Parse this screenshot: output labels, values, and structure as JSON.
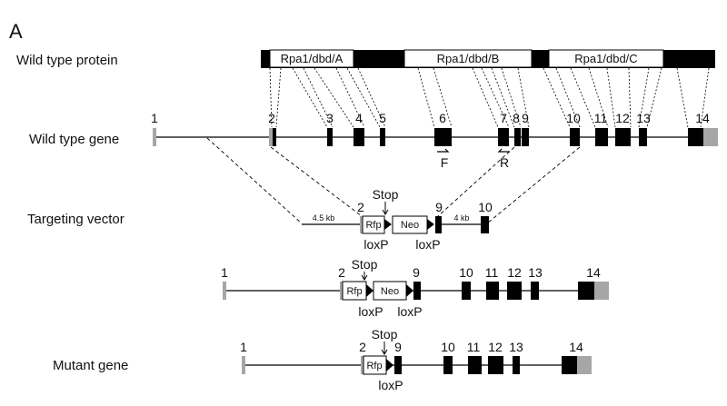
{
  "panel_label": "A",
  "rows": {
    "protein": "Wild type protein",
    "wt_gene": "Wild type gene",
    "vector": "Targeting vector",
    "mutant": "Mutant gene"
  },
  "domains": [
    "Rpa1/dbd/A",
    "Rpa1/dbd/B",
    "Rpa1/dbd/C"
  ],
  "exon_labels": [
    "1",
    "2",
    "3",
    "4",
    "5",
    "6",
    "7",
    "8",
    "9",
    "10",
    "11",
    "12",
    "13",
    "14"
  ],
  "primers": {
    "forward": "F",
    "reverse": "R"
  },
  "elements": {
    "rfp": "Rfp",
    "neo": "Neo",
    "loxp": "loxP",
    "stop": "Stop"
  },
  "arm_sizes": {
    "left": "4.5 kb",
    "right": "4 kb"
  },
  "colors": {
    "exon": "#000000",
    "utr": "#a6a6a6",
    "line": "#000000",
    "domain_fill": "#ffffff"
  }
}
